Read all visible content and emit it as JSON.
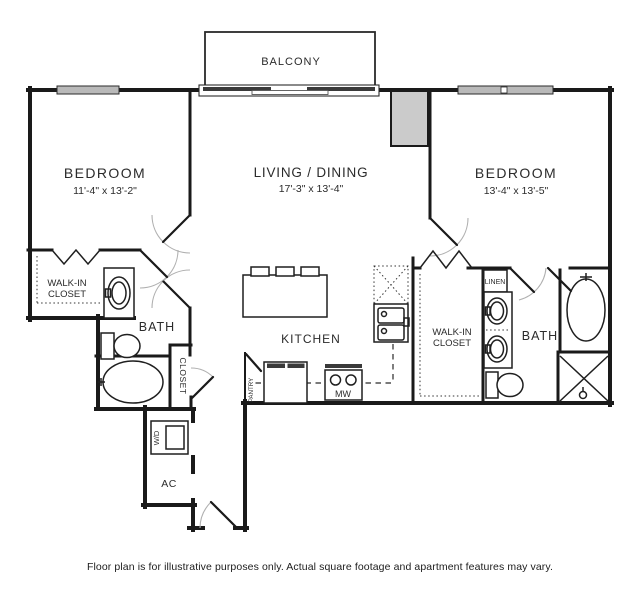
{
  "rooms": {
    "balcony": {
      "label": "BALCONY"
    },
    "bedroom_left": {
      "label": "BEDROOM",
      "dims": "11'-4\" x 13'-2\""
    },
    "living_dining": {
      "label": "LIVING / DINING",
      "dims": "17'-3\" x 13'-4\""
    },
    "bedroom_right": {
      "label": "BEDROOM",
      "dims": "13'-4\" x 13'-5\""
    },
    "bath_left": {
      "label": "BATH"
    },
    "bath_right": {
      "label": "BATH"
    },
    "kitchen": {
      "label": "KITCHEN"
    },
    "walkin_left": {
      "line1": "WALK-IN",
      "line2": "CLOSET"
    },
    "walkin_right": {
      "line1": "WALK-IN",
      "line2": "CLOSET"
    },
    "linen": {
      "label": "LINEN"
    },
    "closet": {
      "label": "CLOSET"
    },
    "pantry": {
      "label": "PANTRY"
    },
    "washer_dryer": {
      "label": "W/D"
    },
    "ac": {
      "label": "AC"
    },
    "microwave": {
      "label": "MW"
    }
  },
  "footer": {
    "disclaimer": "Floor plan is for illustrative purposes only.  Actual square footage and apartment features may vary."
  },
  "colors": {
    "wall": "#1a1a1a",
    "window_fill": "#b9b9b9",
    "column_fill": "#cbcbcb",
    "text": "#2b2b2b",
    "arc": "#b0b0b0"
  }
}
